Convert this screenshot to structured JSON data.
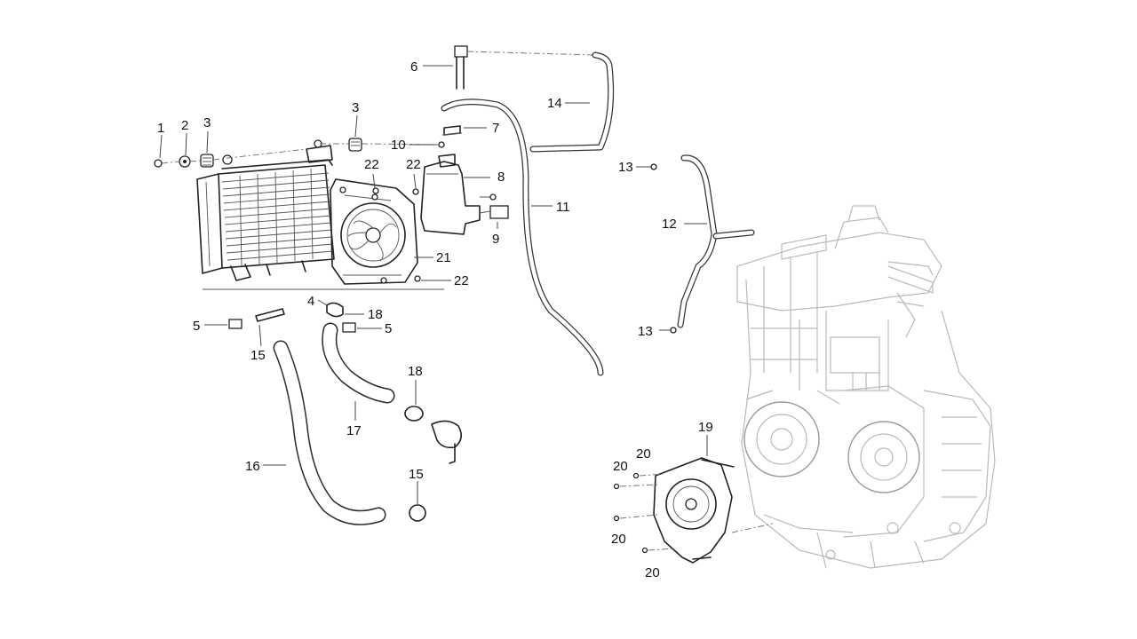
{
  "callouts": {
    "c1": "1",
    "c2": "2",
    "c3a": "3",
    "c3b": "3",
    "c4": "4",
    "c5a": "5",
    "c5b": "5",
    "c6": "6",
    "c7": "7",
    "c8": "8",
    "c9": "9",
    "c10": "10",
    "c11": "11",
    "c12": "12",
    "c13a": "13",
    "c13b": "13",
    "c14": "14",
    "c15a": "15",
    "c15b": "15",
    "c16": "16",
    "c17": "17",
    "c18a": "18",
    "c18b": "18",
    "c19": "19",
    "c20a": "20",
    "c20b": "20",
    "c20c": "20",
    "c20d": "20",
    "c21": "21",
    "c22a": "22",
    "c22b": "22",
    "c22c": "22"
  }
}
